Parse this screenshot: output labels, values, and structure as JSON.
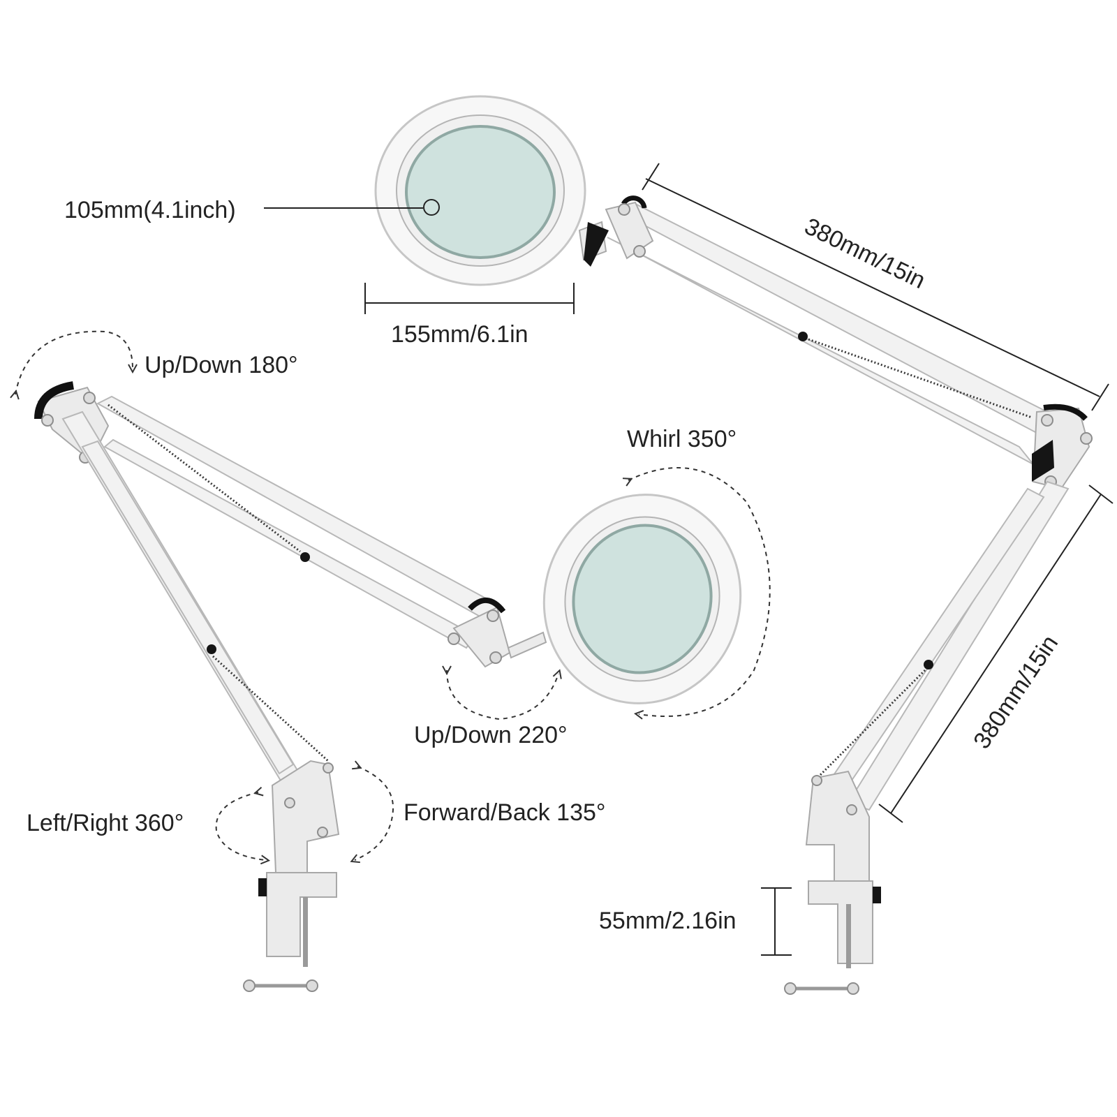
{
  "labels": {
    "lens_diameter": "105mm(4.1inch)",
    "head_width": "155mm/6.1in",
    "upper_arm_length": "380mm/15in",
    "lower_arm_length": "380mm/15in",
    "clamp_opening": "55mm/2.16in",
    "up_down_180": "Up/Down 180°",
    "whirl_350": "Whirl 350°",
    "up_down_220": "Up/Down 220°",
    "left_right_360": "Left/Right 360°",
    "forward_back_135": "Forward/Back 135°"
  },
  "colors": {
    "lens": "#cfe2de",
    "body": "#f2f2f2",
    "joint_black": "#151515",
    "text": "#222222"
  }
}
